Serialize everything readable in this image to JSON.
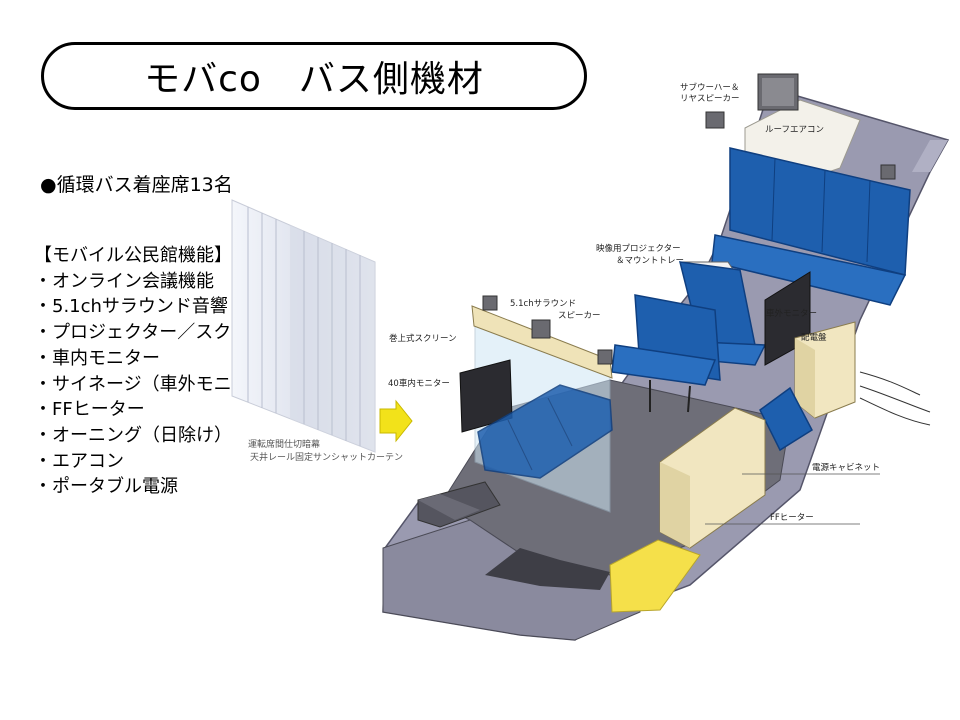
{
  "title": "モバco　バス側機材",
  "seats": "●循環バス着座席13名",
  "features": {
    "heading": "【モバイル公民館機能】",
    "items": [
      "・オンライン会議機能",
      "・5.1chサラウンド音響",
      "・プロジェクター／スクリーン",
      "・車内モニター",
      "・サイネージ（車外モニター）",
      "・FFヒーター",
      "・オーニング（日除け）",
      "・エアコン",
      "・ポータブル電源"
    ]
  },
  "curtain_labels": {
    "line1": "運転席間仕切暗幕",
    "line2": "天井レール固定サンシャットカーテン"
  },
  "diagram_labels": {
    "subwoofer": "サブウーハー＆",
    "rear_speaker": "リヤスピーカー",
    "roof_aircon": "ルーフエアコン",
    "projector1": "映像用プロジェクター",
    "projector2": "＆マウントトレー",
    "surround1": "5.1chサラウンド",
    "surround2": "スピーカー",
    "screen": "巻上式スクリーン",
    "monitor40": "40車内モニター",
    "outside_monitor": "車外モニター",
    "switchboard": "配電盤",
    "power_cabinet": "電源キャビネット",
    "ff_heater": "FFヒーター"
  },
  "colors": {
    "seat_blue": "#1e5fae",
    "seat_dark": "#0f3f80",
    "floor": "#6e6e78",
    "wall": "#9a9ab0",
    "cabinet": "#f1e6c0",
    "step_yellow": "#f5e04a",
    "arrow_yellow": "#f2e21a",
    "screen_glass": "#cfe6f5"
  }
}
